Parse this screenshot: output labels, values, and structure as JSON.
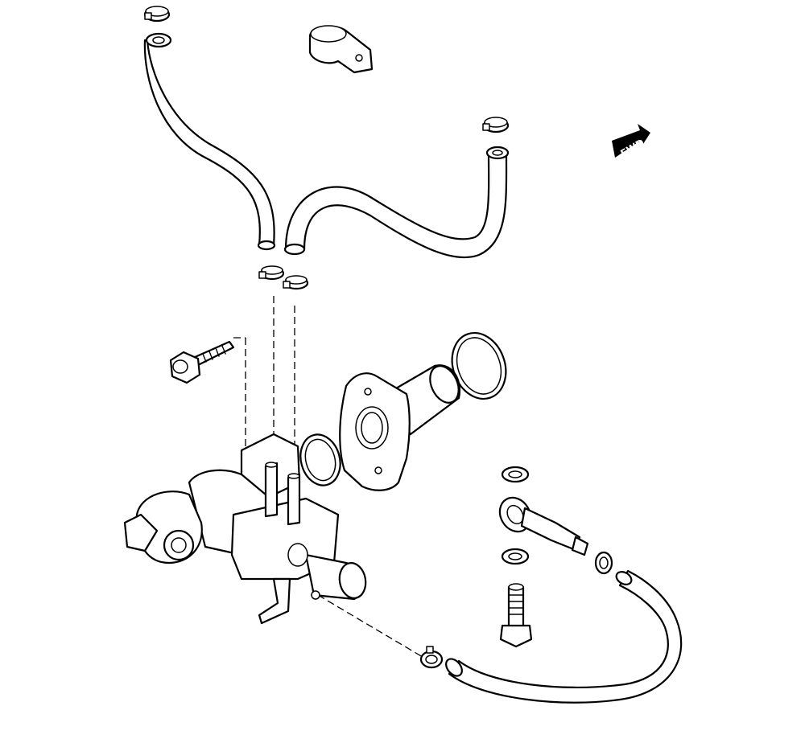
{
  "diagram": {
    "fwd_label": "FWD",
    "parts": [
      "hose-clamp",
      "hose",
      "hose-holder",
      "oil-pump-body",
      "o-ring",
      "inlet-pipe",
      "bolt",
      "union-bolt",
      "gasket-washer",
      "banjo-fitting"
    ]
  }
}
